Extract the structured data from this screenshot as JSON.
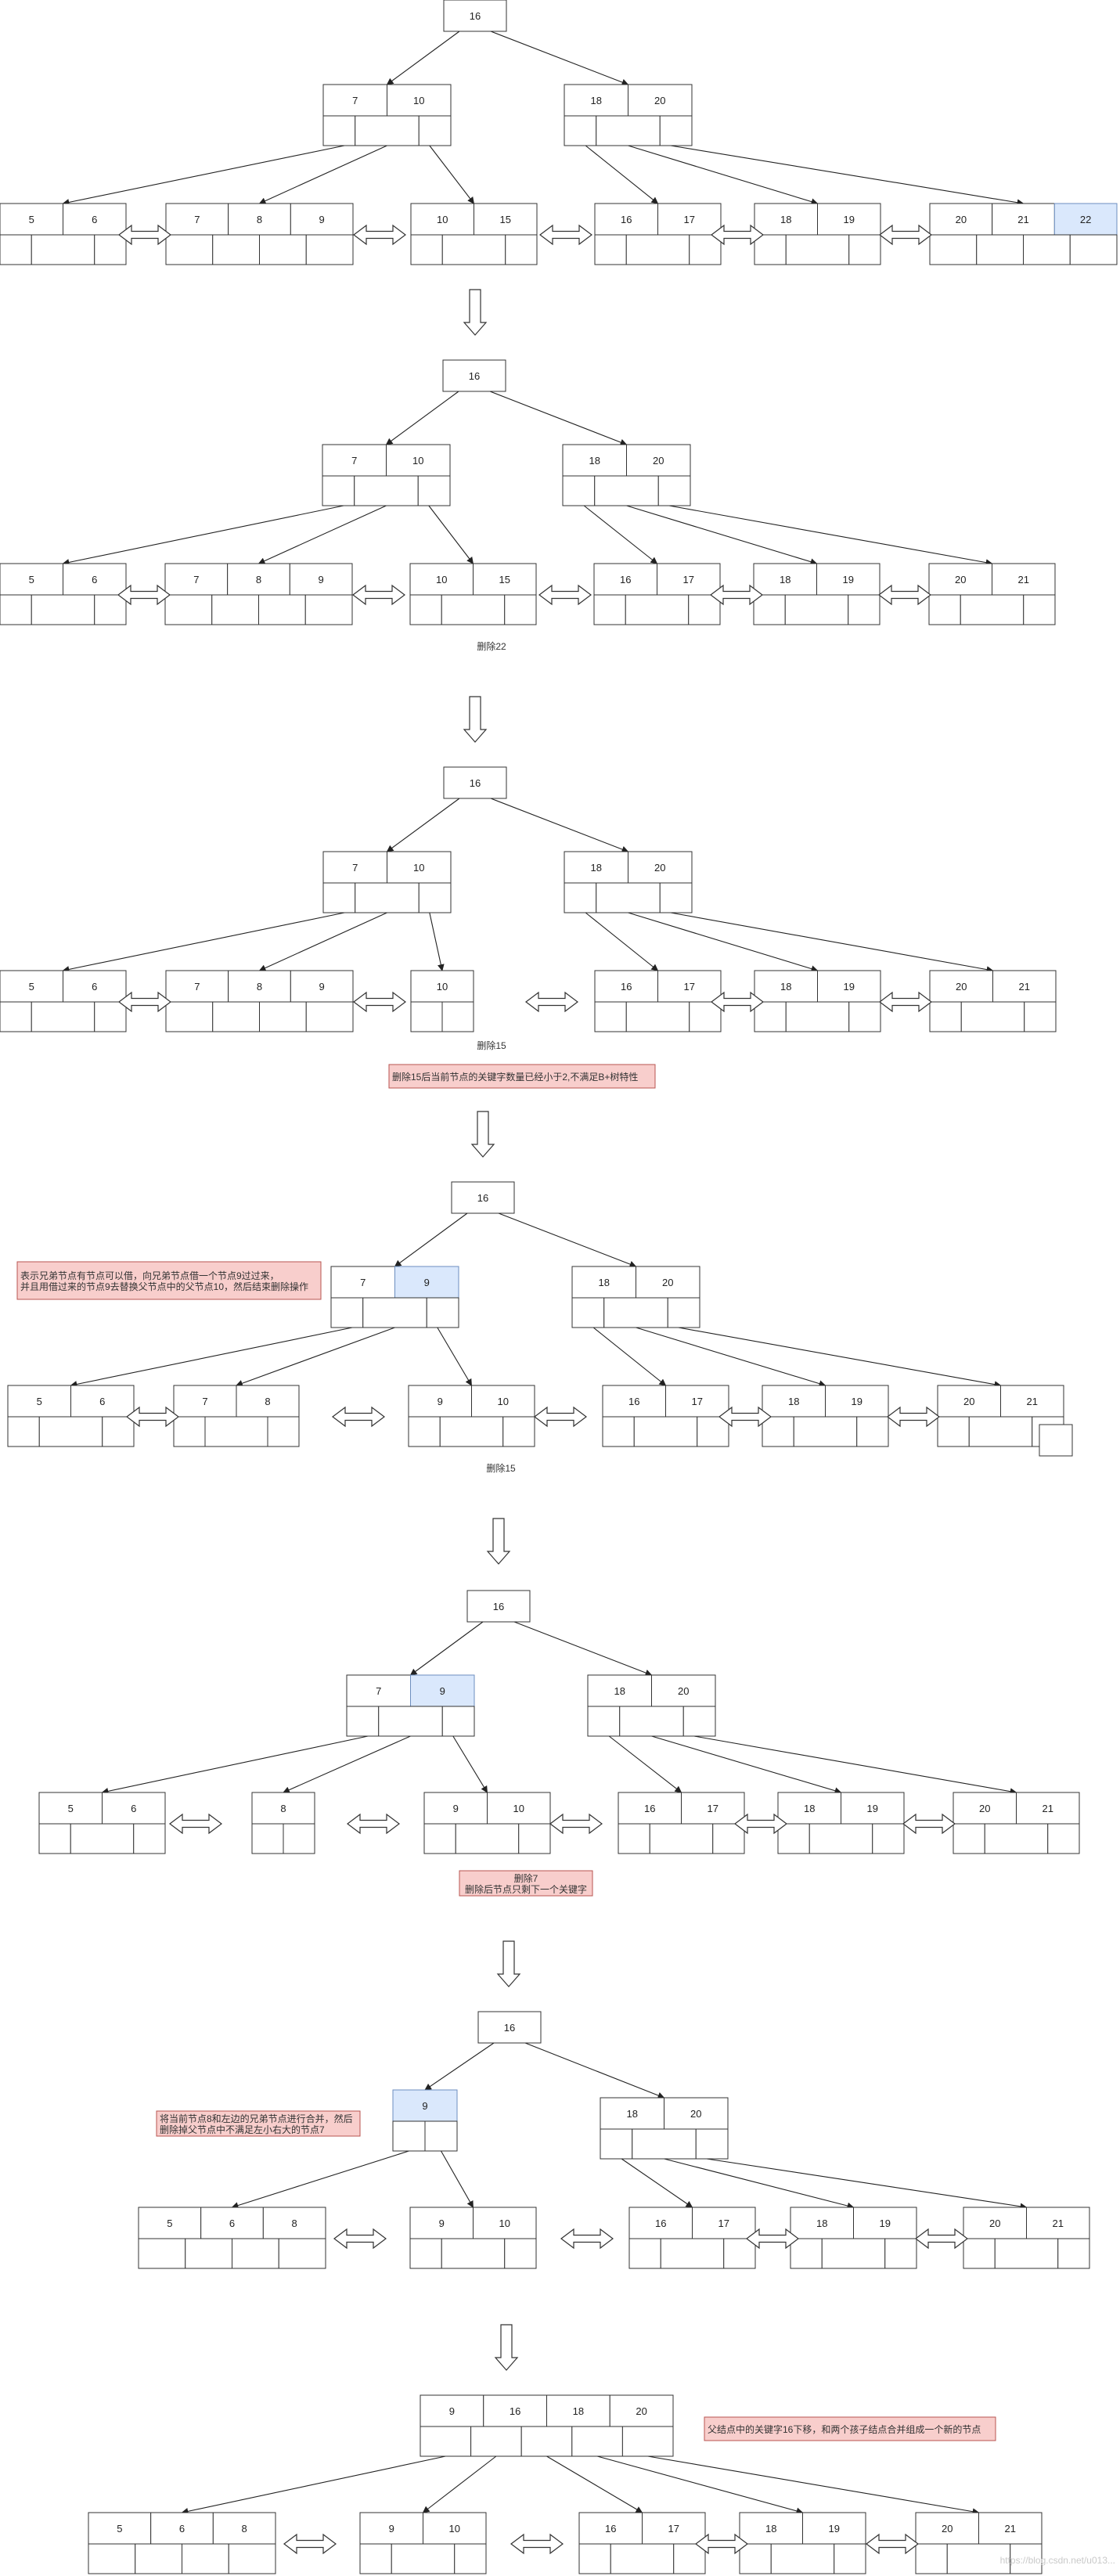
{
  "colors": {
    "stroke": "#333333",
    "highlight_fill": "#dae8fc",
    "highlight_stroke": "#6c8ebf",
    "note_fill": "#f8cecc",
    "note_stroke": "#b85450"
  },
  "watermark": "https://blog.csdn.net/u013...",
  "stages": [
    {
      "nodes": [
        {
          "keys": [
            "16"
          ]
        },
        {
          "keys": [
            "7",
            "10"
          ]
        },
        {
          "keys": [
            "18",
            "20"
          ]
        },
        {
          "keys": [
            "5",
            "6"
          ]
        },
        {
          "keys": [
            "7",
            "8",
            "9"
          ]
        },
        {
          "keys": [
            "10",
            "15"
          ]
        },
        {
          "keys": [
            "16",
            "17"
          ]
        },
        {
          "keys": [
            "18",
            "19"
          ]
        },
        {
          "keys": [
            "20",
            "21",
            "22"
          ]
        }
      ],
      "caption": "",
      "note": ""
    },
    {
      "nodes": [
        {
          "keys": [
            "16"
          ]
        },
        {
          "keys": [
            "7",
            "10"
          ]
        },
        {
          "keys": [
            "18",
            "20"
          ]
        },
        {
          "keys": [
            "5",
            "6"
          ]
        },
        {
          "keys": [
            "7",
            "8",
            "9"
          ]
        },
        {
          "keys": [
            "10",
            "15"
          ]
        },
        {
          "keys": [
            "16",
            "17"
          ]
        },
        {
          "keys": [
            "18",
            "19"
          ]
        },
        {
          "keys": [
            "20",
            "21"
          ]
        }
      ],
      "caption": "删除22",
      "note": ""
    },
    {
      "nodes": [
        {
          "keys": [
            "16"
          ]
        },
        {
          "keys": [
            "7",
            "10"
          ]
        },
        {
          "keys": [
            "18",
            "20"
          ]
        },
        {
          "keys": [
            "5",
            "6"
          ]
        },
        {
          "keys": [
            "7",
            "8",
            "9"
          ]
        },
        {
          "keys": [
            "10"
          ]
        },
        {
          "keys": [
            "16",
            "17"
          ]
        },
        {
          "keys": [
            "18",
            "19"
          ]
        },
        {
          "keys": [
            "20",
            "21"
          ]
        }
      ],
      "caption": "删除15",
      "note": "删除15后当前节点的关键字数量已经小于2,不满足B+树特性"
    },
    {
      "nodes": [
        {
          "keys": [
            "16"
          ]
        },
        {
          "keys": [
            "7",
            "9"
          ]
        },
        {
          "keys": [
            "18",
            "20"
          ]
        },
        {
          "keys": [
            "5",
            "6"
          ]
        },
        {
          "keys": [
            "7",
            "8"
          ]
        },
        {
          "keys": [
            "9",
            "10"
          ]
        },
        {
          "keys": [
            "16",
            "17"
          ]
        },
        {
          "keys": [
            "18",
            "19"
          ]
        },
        {
          "keys": [
            "20",
            "21"
          ]
        }
      ],
      "caption": "删除15",
      "note": "表示兄弟节点有节点可以借，向兄弟节点借一个节点9过过来，\n并且用借过来的节点9去替换父节点中的父节点10，然后结束删除操作"
    },
    {
      "nodes": [
        {
          "keys": [
            "16"
          ]
        },
        {
          "keys": [
            "7",
            "9"
          ]
        },
        {
          "keys": [
            "18",
            "20"
          ]
        },
        {
          "keys": [
            "5",
            "6"
          ]
        },
        {
          "keys": [
            "8"
          ]
        },
        {
          "keys": [
            "9",
            "10"
          ]
        },
        {
          "keys": [
            "16",
            "17"
          ]
        },
        {
          "keys": [
            "18",
            "19"
          ]
        },
        {
          "keys": [
            "20",
            "21"
          ]
        }
      ],
      "caption": "",
      "note": "删除7\n删除后节点只剩下一个关键字"
    },
    {
      "nodes": [
        {
          "keys": [
            "16"
          ]
        },
        {
          "keys": [
            "9"
          ]
        },
        {
          "keys": [
            "18",
            "20"
          ]
        },
        {
          "keys": [
            "5",
            "6",
            "8"
          ]
        },
        {
          "keys": [
            "9",
            "10"
          ]
        },
        {
          "keys": [
            "16",
            "17"
          ]
        },
        {
          "keys": [
            "18",
            "19"
          ]
        },
        {
          "keys": [
            "20",
            "21"
          ]
        }
      ],
      "caption": "",
      "note": "将当前节点8和左边的兄弟节点进行合并，然后\n删除掉父节点中不满足左小右大的节点7"
    },
    {
      "nodes": [
        {
          "keys": [
            "9",
            "16",
            "18",
            "20"
          ]
        },
        {
          "keys": [
            "5",
            "6",
            "8"
          ]
        },
        {
          "keys": [
            "9",
            "10"
          ]
        },
        {
          "keys": [
            "16",
            "17"
          ]
        },
        {
          "keys": [
            "18",
            "19"
          ]
        },
        {
          "keys": [
            "20",
            "21"
          ]
        }
      ],
      "caption": "",
      "note": "父结点中的关键字16下移，和两个孩子结点合并组成一个新的节点"
    }
  ]
}
